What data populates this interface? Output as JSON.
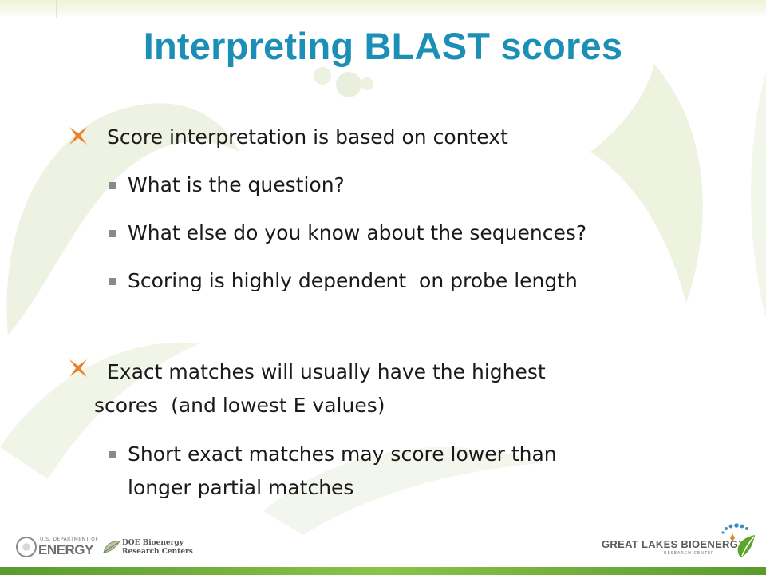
{
  "slide": {
    "title": "Interpreting BLAST scores",
    "bullets": [
      {
        "text": "Score interpretation is based on context",
        "sub": [
          "What is the question?",
          "What else do you know about the sequences?",
          "Scoring is highly dependent  on probe length"
        ]
      },
      {
        "line1": "Exact matches will usually have the highest",
        "line2": "scores  (and lowest E values)",
        "sub": [
          {
            "line1": "Short exact matches may score lower than",
            "line2": "longer partial matches"
          }
        ]
      }
    ]
  },
  "footer": {
    "doe_small": "U.S. DEPARTMENT OF",
    "doe_name": "ENERGY",
    "dbrc_line1": "DOE Bioenergy",
    "dbrc_line2": "Research Centers",
    "glbrc_name": "GREAT LAKES BIOENERGY",
    "glbrc_sub": "RESEARCH CENTER"
  },
  "colors": {
    "title": "#1b8fb5",
    "level1_marker": "#e8822c",
    "level2_marker": "#8a8a8a",
    "footer_bar": "#5a9a2e",
    "background_art": "#e9efdc"
  },
  "icons": {
    "level1_bullet": "four-point-star-icon",
    "level2_bullet": "square-bullet-icon",
    "doe_logo": "doe-seal-icon",
    "dbrc_logo": "leaf-icon",
    "glbrc_logo": "leaf-dots-icon"
  }
}
